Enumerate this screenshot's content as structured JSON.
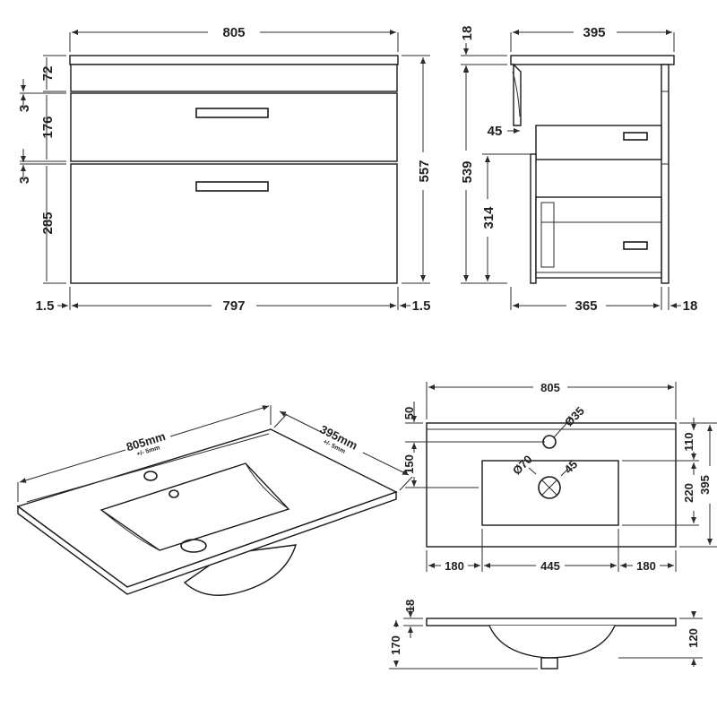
{
  "front_view": {
    "overall_width": "805",
    "overall_height": "557",
    "top_height": "72",
    "gap_1": "3",
    "drawer_1_height": "176",
    "gap_2": "3",
    "drawer_2_height": "285",
    "left_offset": "1.5",
    "body_width": "797",
    "right_offset": "1.5"
  },
  "side_view": {
    "top_thickness": "18",
    "overall_depth": "395",
    "body_height": "539",
    "handle_offset": "45",
    "drawer_height": "314",
    "body_depth": "365",
    "door_thickness": "18"
  },
  "basin_iso": {
    "width_label": "805mm",
    "width_tolerance": "+/- 5mm",
    "depth_label": "395mm",
    "depth_tolerance": "+/- 5mm"
  },
  "basin_plan": {
    "overall_width": "805",
    "back_edge": "50",
    "tap_hole_dia": "Ø35",
    "bowl_offset": "150",
    "bowl_to_front": "110",
    "waste_dia": "Ø70",
    "waste_angle": "45",
    "bowl_depth": "220",
    "overall_depth": "395",
    "left_margin": "180",
    "bowl_width": "445",
    "right_margin": "180"
  },
  "basin_section": {
    "rim_thickness": "18",
    "overall_height": "170",
    "bowl_height": "120"
  }
}
